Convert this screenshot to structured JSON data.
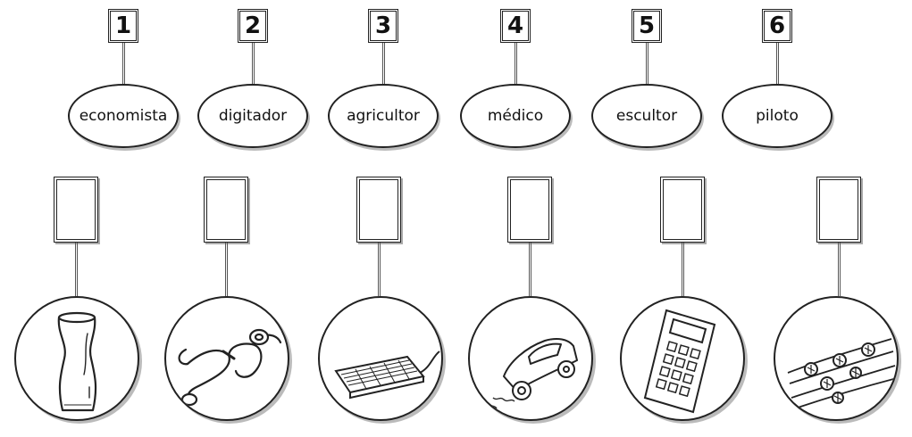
{
  "numbers": [
    "1",
    "2",
    "3",
    "4",
    "5",
    "6"
  ],
  "professions": [
    "economista",
    "digitador",
    "agricultor",
    "médico",
    "escultor",
    "piloto"
  ],
  "answer_boxes": [
    "",
    "",
    "",
    "",
    "",
    ""
  ],
  "pictures": [
    "vase-icon",
    "stethoscope-icon",
    "keyboard-icon",
    "car-icon",
    "calculator-icon",
    "plants-icon"
  ]
}
